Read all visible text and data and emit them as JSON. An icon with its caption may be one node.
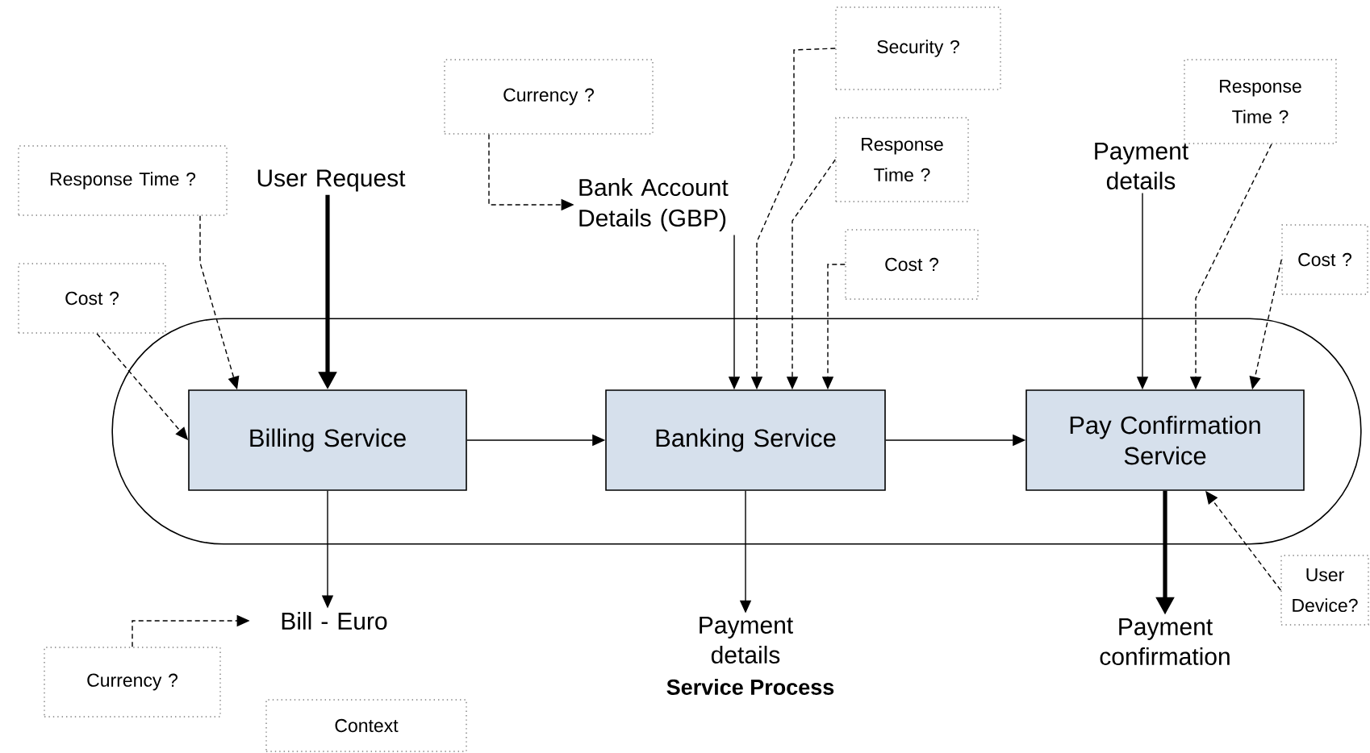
{
  "diagram": {
    "nodes": [
      {
        "text": [],
        "shape": "stadium"
      },
      {
        "text": [
          "Billing Service"
        ],
        "in": 0
      },
      {
        "text": [
          "Banking Service"
        ],
        "in": 0
      },
      {
        "text": [
          "Pay Confirmation Service"
        ],
        "in": 0
      },
      {
        "text": [
          "User Request"
        ]
      },
      {
        "text": [
          "Response Time ?"
        ]
      },
      {
        "text": [
          "Cost ?"
        ]
      },
      {
        "text": [
          "Currency ?"
        ]
      },
      {
        "text": [
          "Bank Account Details (GBP)"
        ]
      },
      {
        "text": [
          "Security ?"
        ]
      },
      {
        "text": [
          "Response Time ?"
        ]
      },
      {
        "text": [
          "Cost ?"
        ]
      },
      {
        "text": [
          "Payment details"
        ]
      },
      {
        "text": [
          "Response Time ?"
        ]
      },
      {
        "text": [
          "Cost ?"
        ]
      },
      {
        "text": [
          "Bill - Euro"
        ]
      },
      {
        "text": [
          "Currency ?"
        ]
      },
      {
        "text": [
          "Context"
        ]
      },
      {
        "text": [
          "Payment details"
        ]
      },
      {
        "text": [
          "Payment confirmation"
        ]
      },
      {
        "text": [
          "User Device?"
        ]
      }
    ],
    "edges": [
      {
        "from": 4,
        "to": 1,
        "arrow": "to",
        "style": "thick"
      },
      {
        "from": 5,
        "to": 1,
        "arrow": "to",
        "style": "dashed"
      },
      {
        "from": 6,
        "to": 1,
        "arrow": "to",
        "style": "dashed"
      },
      {
        "from": 7,
        "to": 8,
        "arrow": "to",
        "style": "dashed"
      },
      {
        "from": 1,
        "to": 2,
        "arrow": "to"
      },
      {
        "from": 2,
        "to": 3,
        "arrow": "to"
      },
      {
        "from": 1,
        "to": 15,
        "arrow": "to"
      },
      {
        "from": 16,
        "to": 15,
        "arrow": "to",
        "style": "dashed"
      },
      {
        "from": 8,
        "to": 2,
        "arrow": "to"
      },
      {
        "from": 9,
        "to": 2,
        "arrow": "to",
        "style": "dashed"
      },
      {
        "from": 10,
        "to": 2,
        "arrow": "to",
        "style": "dashed"
      },
      {
        "from": 11,
        "to": 2,
        "arrow": "to",
        "style": "dashed"
      },
      {
        "from": 12,
        "to": 3,
        "arrow": "to"
      },
      {
        "from": 13,
        "to": 3,
        "arrow": "to",
        "style": "dashed"
      },
      {
        "from": 14,
        "to": 3,
        "arrow": "to",
        "style": "dashed"
      },
      {
        "from": 3,
        "to": 19,
        "arrow": "to",
        "style": "thick"
      },
      {
        "from": 2,
        "to": 18,
        "arrow": "to"
      },
      {
        "from": 20,
        "to": 3,
        "arrow": "to",
        "style": "dashed"
      }
    ],
    "labels": [
      "Service Process"
    ]
  }
}
